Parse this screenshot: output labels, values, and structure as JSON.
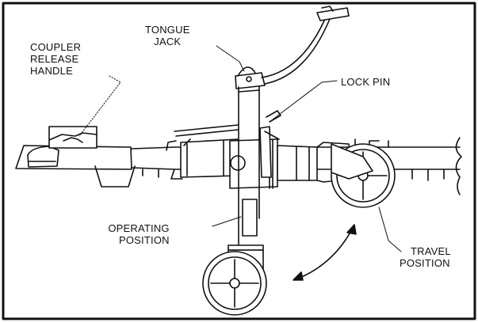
{
  "labels": {
    "coupler_release_handle": [
      "COUPLER",
      "RELEASE",
      "HANDLE"
    ],
    "tongue_jack": [
      "TONGUE",
      "JACK"
    ],
    "lock_pin": "LOCK PIN",
    "operating_position": [
      "OPERATING",
      "POSITION"
    ],
    "travel_position": [
      "TRAVEL",
      "POSITION"
    ]
  }
}
